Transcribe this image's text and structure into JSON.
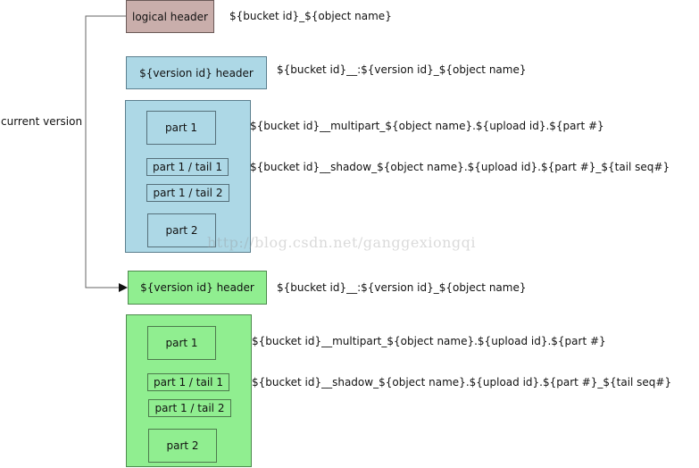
{
  "logical_header": {
    "label": "logical header",
    "key": "${bucket id}_${object name}"
  },
  "current_version_label": "current version",
  "watermark": "http://blog.csdn.net/ganggexiongqi",
  "versions": [
    {
      "header_label": "${version id} header",
      "header_key": "${bucket id}__:${version id}_${object name}",
      "parts": [
        {
          "label": "part 1",
          "key": "${bucket id}__multipart_${object name}.${upload id}.${part #}"
        },
        {
          "label": "part 1 / tail 1",
          "key": "${bucket id}__shadow_${object name}.${upload id}.${part #}_${tail seq#}"
        },
        {
          "label": "part 1 / tail 2"
        },
        {
          "label": "part 2"
        }
      ]
    },
    {
      "header_label": "${version id} header",
      "header_key": "${bucket id}__:${version id}_${object name}",
      "parts": [
        {
          "label": "part 1",
          "key": "${bucket id}__multipart_${object name}.${upload id}.${part #}"
        },
        {
          "label": "part 1 / tail 1",
          "key": "${bucket id}__shadow_${object name}.${upload id}.${part #}_${tail seq#}"
        },
        {
          "label": "part 1 / tail 2"
        },
        {
          "label": "part 2"
        }
      ]
    }
  ],
  "colors": {
    "logical_header": "#c9aeab",
    "version_1": "#add8e6",
    "version_2": "#90ee90"
  }
}
